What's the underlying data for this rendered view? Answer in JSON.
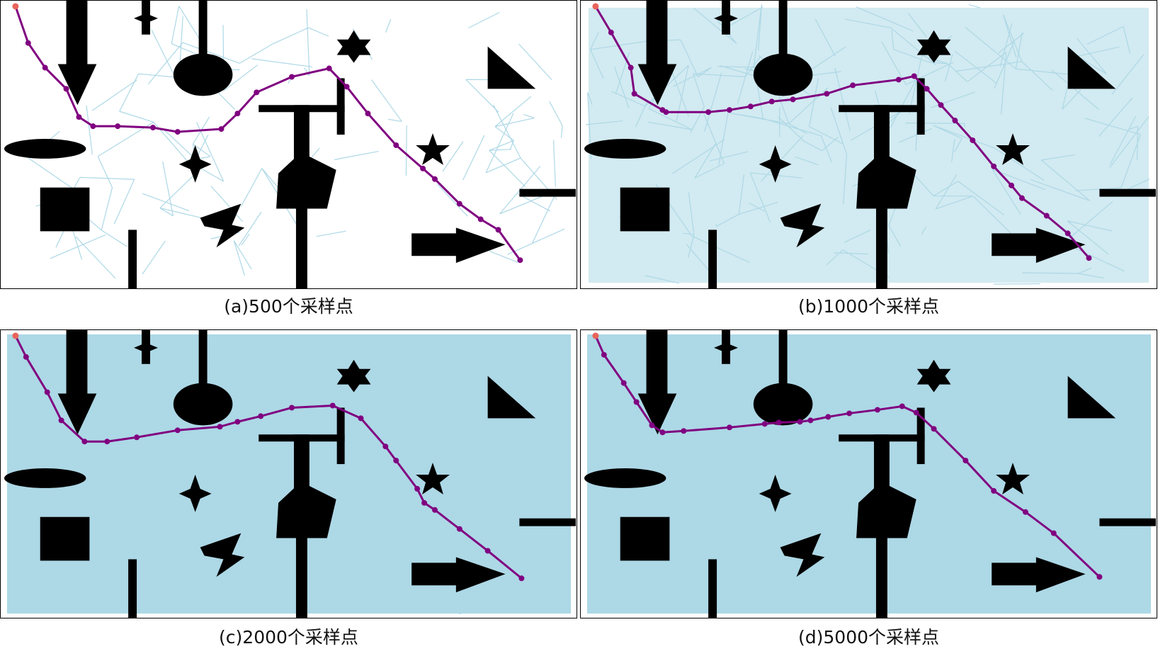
{
  "panels": [
    {
      "id": "a",
      "caption": "(a)500个采样点",
      "samples": 500,
      "density": "sparse"
    },
    {
      "id": "b",
      "caption": "(b)1000个采样点",
      "samples": 1000,
      "density": "medium"
    },
    {
      "id": "c",
      "caption": "(c)2000个采样点",
      "samples": 2000,
      "density": "dense"
    },
    {
      "id": "d",
      "caption": "(d)5000个采样点",
      "samples": 5000,
      "density": "full"
    }
  ],
  "colors": {
    "roadmap": "#add8e6",
    "obstacle": "#000000",
    "path": "#800080",
    "start": "#e8645a",
    "background": "#ffffff"
  }
}
